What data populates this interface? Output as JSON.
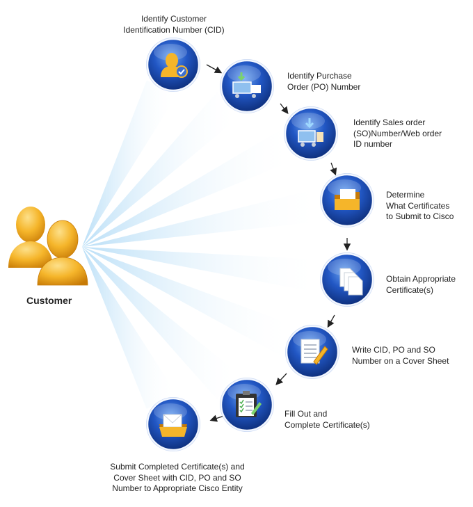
{
  "customer": {
    "label": "Customer",
    "icon": "customer-pair-icon"
  },
  "colors": {
    "circle_dark": "#0b2a73",
    "circle_mid": "#1d4db5",
    "circle_light": "#5e93e8",
    "ring": "#eef4ff",
    "fan": "#9fd2f5",
    "person": "#f0a81c",
    "arrow": "#222222"
  },
  "steps": [
    {
      "text": "Identify Customer\nIdentification Number (CID)",
      "icon": "user-check-icon"
    },
    {
      "text": "Identify Purchase\nOrder (PO) Number",
      "icon": "cart-truck-icon"
    },
    {
      "text": "Identify Sales order\n(SO)Number/Web order\nID number",
      "icon": "cart-download-icon"
    },
    {
      "text": "Determine\nWhat Certificates\nto Submit to Cisco",
      "icon": "folder-icon"
    },
    {
      "text": "Obtain Appropriate\nCertificate(s)",
      "icon": "documents-icon"
    },
    {
      "text": "Write CID, PO and SO\nNumber on a Cover Sheet",
      "icon": "document-pencil-icon"
    },
    {
      "text": "Fill Out and\nComplete Certificate(s)",
      "icon": "clipboard-check-icon"
    },
    {
      "text": "Submit Completed Certificate(s) and\nCover Sheet with CID, PO and SO\nNumber to Appropriate Cisco Entity",
      "icon": "envelope-tray-icon"
    }
  ]
}
